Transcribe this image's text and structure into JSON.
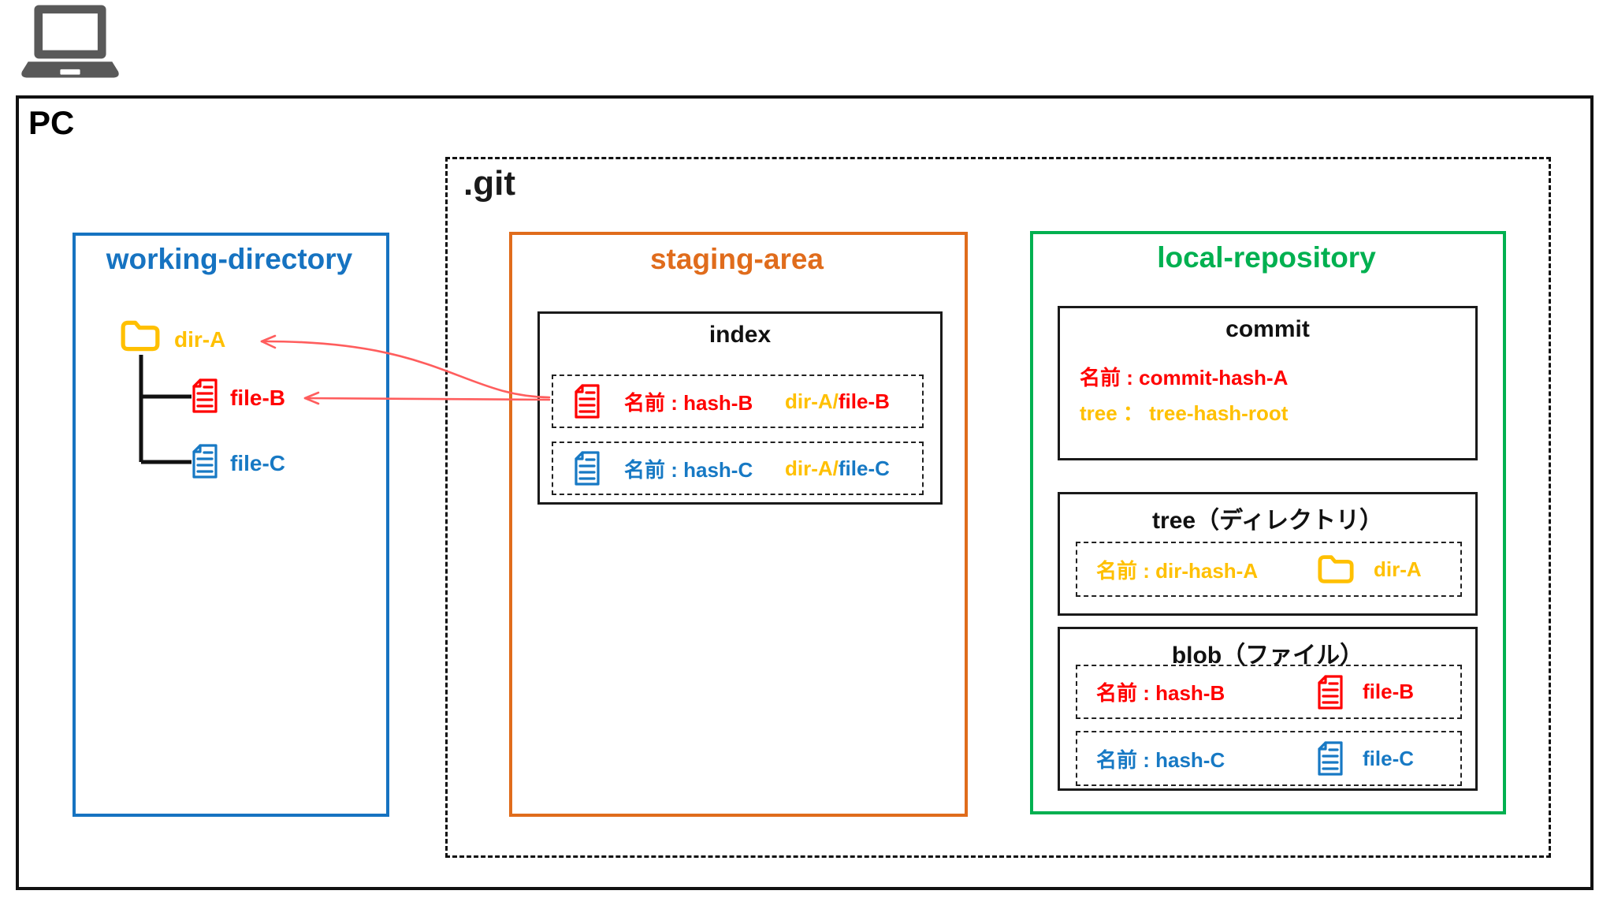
{
  "palette": {
    "blue": "#1673C1",
    "orange": "#E06C1C",
    "green": "#00B050",
    "red": "#FF0000",
    "yellow": "#FFC000",
    "file_blue": "#1779C4",
    "arrow_red": "#FF5D5D",
    "laptop_gray": "#595959",
    "black": "#111111"
  },
  "pc": {
    "label": "PC"
  },
  "git": {
    "label": ".git"
  },
  "working_directory": {
    "title": "working-directory",
    "dir": {
      "label": "dir-A"
    },
    "files": [
      {
        "label": "file-B"
      },
      {
        "label": "file-C"
      }
    ]
  },
  "staging_area": {
    "title": "staging-area",
    "index": {
      "title": "index",
      "entries": [
        {
          "name": "名前 : hash-B",
          "path_dir": "dir-A/",
          "path_file": "file-B"
        },
        {
          "name": "名前 : hash-C",
          "path_dir": "dir-A/",
          "path_file": "file-C"
        }
      ]
    }
  },
  "local_repository": {
    "title": "local-repository",
    "commit": {
      "title": "commit",
      "name_line": "名前 : commit-hash-A",
      "tree_line": "tree ： tree-hash-root"
    },
    "tree": {
      "title": "tree（ディレクトリ）",
      "entry": {
        "name": "名前 : dir-hash-A",
        "label": "dir-A"
      }
    },
    "blob": {
      "title": "blob（ファイル）",
      "entries": [
        {
          "name": "名前 : hash-B",
          "label": "file-B"
        },
        {
          "name": "名前 : hash-C",
          "label": "file-C"
        }
      ]
    }
  }
}
